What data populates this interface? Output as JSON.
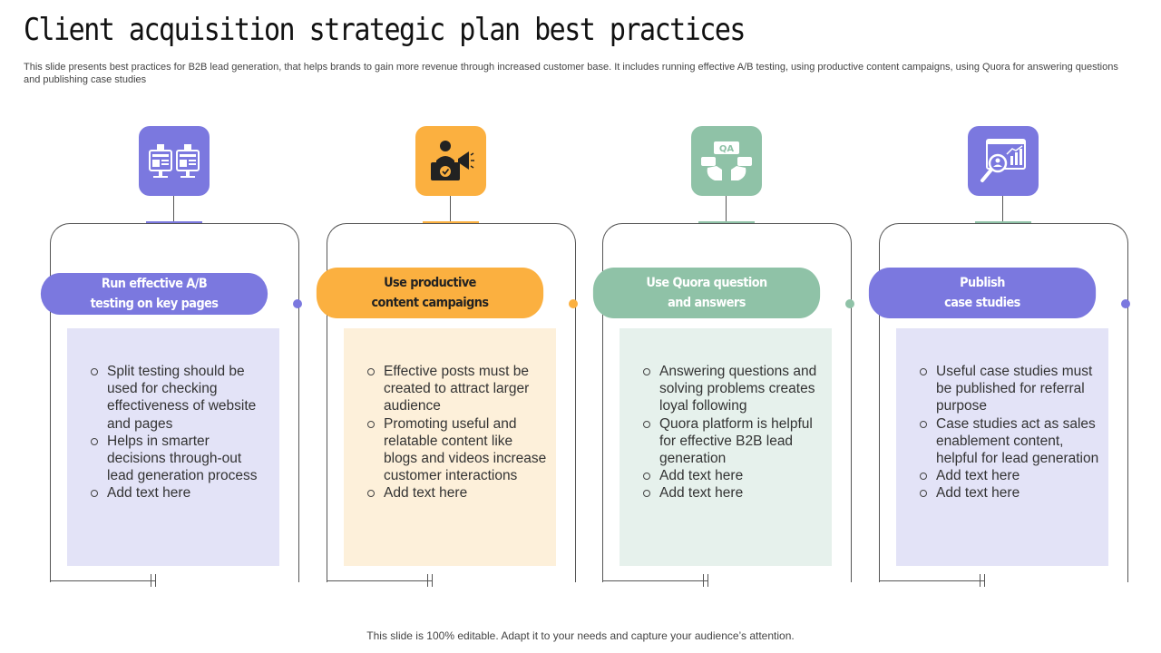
{
  "slide": {
    "title": "Client acquisition strategic plan best practices",
    "subtitle": "This slide presents best practices for B2B lead generation, that helps brands to gain more revenue through increased customer base. It includes running effective A/B testing, using productive content campaigns, using Quora for answering questions and publishing case studies",
    "footer": "This slide is 100% editable. Adapt it to your needs and capture your audience’s attention."
  },
  "colors": {
    "purple": "#7B78DF",
    "orange": "#FBB040",
    "green": "#8FC2A7",
    "purple_bg": "#E3E3F7",
    "orange_bg": "#FDF0DA",
    "green_bg": "#E6F1EC",
    "line": "#555555"
  },
  "columns": [
    {
      "heading_line1": "Run effective A/B",
      "heading_line2": "testing  on key pages",
      "icon": "ab-testing-pages-icon",
      "bullets": [
        "Split testing should be used for checking effectiveness  of website and pages",
        "Helps in smarter decisions through-out lead generation process",
        "Add text here"
      ]
    },
    {
      "heading_line1": "Use productive",
      "heading_line2": "content  campaigns",
      "icon": "megaphone-person-icon",
      "bullets": [
        "Effective posts must be created to attract larger audience",
        "Promoting useful and relatable content like blogs and videos increase customer interactions",
        "Add text here"
      ]
    },
    {
      "heading_line1": "Use Quora  question",
      "heading_line2": "and answers",
      "icon": "question-answer-icon",
      "bullets": [
        "Answering questions and solving problems creates loyal following",
        "Quora platform is helpful for effective B2B lead generation",
        "Add text here",
        "Add text here"
      ]
    },
    {
      "heading_line1": "Publish",
      "heading_line2": "case studies",
      "icon": "case-study-analytics-icon",
      "bullets": [
        "Useful case studies must be published for referral purpose",
        "Case studies act as sales enablement content, helpful for lead generation",
        "Add text here",
        "Add text here"
      ]
    }
  ],
  "icon_labels": {
    "qa": "QA"
  }
}
